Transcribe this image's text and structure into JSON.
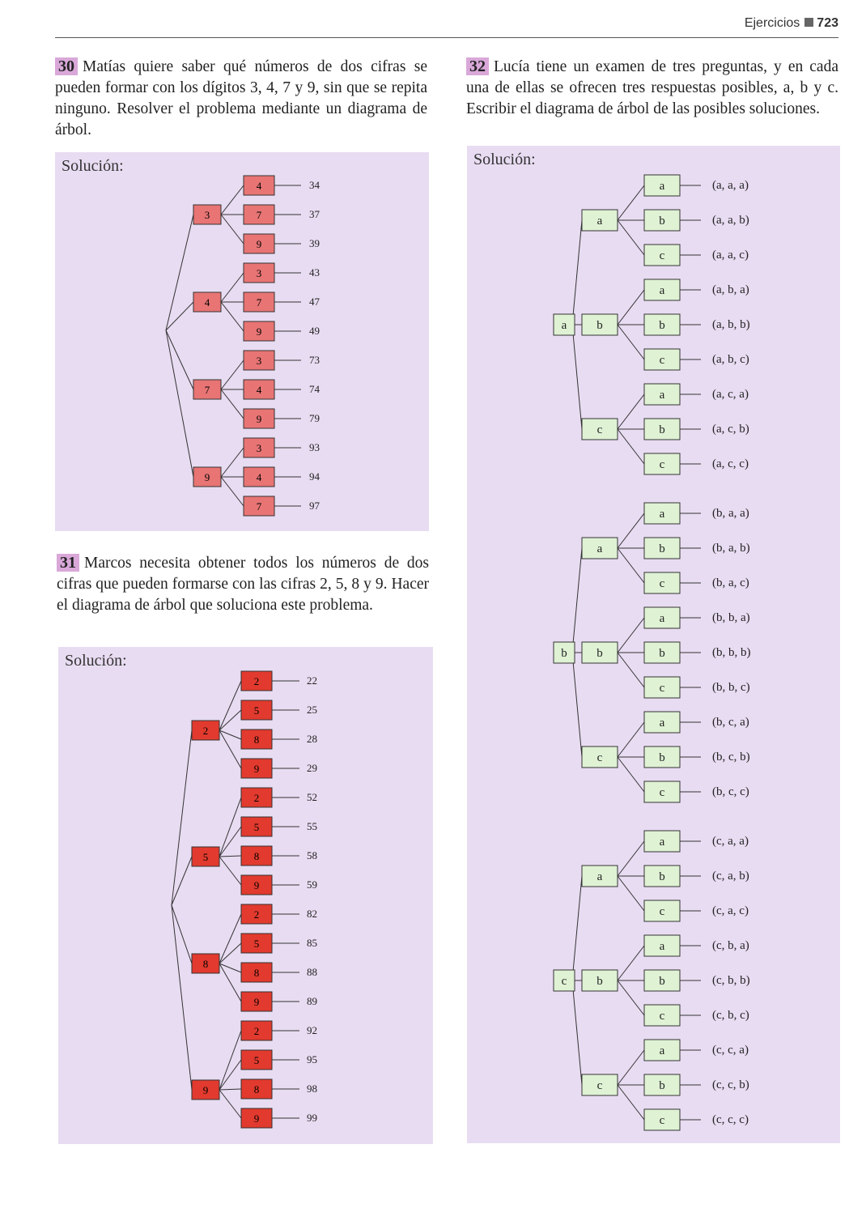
{
  "header": {
    "section": "Ejercicios",
    "page_number": "723"
  },
  "problems": [
    {
      "number": "30",
      "text": "Matías quiere saber qué números de dos cifras se pueden formar con los dígitos 3, 4, 7 y 9, sin que se repita ninguno. Resolver el problema mediante un diagrama de árbol.",
      "solution_label": "Solución:",
      "tree": [
        {
          "first": "3",
          "seconds": [
            "4",
            "7",
            "9"
          ],
          "results": [
            "34",
            "37",
            "39"
          ]
        },
        {
          "first": "4",
          "seconds": [
            "3",
            "7",
            "9"
          ],
          "results": [
            "43",
            "47",
            "49"
          ]
        },
        {
          "first": "7",
          "seconds": [
            "3",
            "4",
            "9"
          ],
          "results": [
            "73",
            "74",
            "79"
          ]
        },
        {
          "first": "9",
          "seconds": [
            "3",
            "4",
            "7"
          ],
          "results": [
            "93",
            "94",
            "97"
          ]
        }
      ]
    },
    {
      "number": "31",
      "text": "Marcos necesita obtener todos los números de dos cifras que pueden formarse con las cifras 2, 5, 8 y 9. Hacer el diagrama de árbol que soluciona este problema.",
      "solution_label": "Solución:",
      "tree": [
        {
          "first": "2",
          "seconds": [
            "2",
            "5",
            "8",
            "9"
          ],
          "results": [
            "22",
            "25",
            "28",
            "29"
          ]
        },
        {
          "first": "5",
          "seconds": [
            "2",
            "5",
            "8",
            "9"
          ],
          "results": [
            "52",
            "55",
            "58",
            "59"
          ]
        },
        {
          "first": "8",
          "seconds": [
            "2",
            "5",
            "8",
            "9"
          ],
          "results": [
            "82",
            "85",
            "88",
            "89"
          ]
        },
        {
          "first": "9",
          "seconds": [
            "2",
            "5",
            "8",
            "9"
          ],
          "results": [
            "92",
            "95",
            "98",
            "99"
          ]
        }
      ]
    },
    {
      "number": "32",
      "text": "Lucía tiene un examen de tres preguntas, y en cada una de ellas se ofrecen tres respuestas posibles, a, b y c. Escribir el diagrama de árbol de las posibles soluciones.",
      "solution_label": "Solución:",
      "tree": [
        {
          "root": "a",
          "branches": [
            {
              "mid": "a",
              "leaves": [
                "a",
                "b",
                "c"
              ],
              "results": [
                "(a, a, a)",
                "(a, a, b)",
                "(a, a, c)"
              ]
            },
            {
              "mid": "b",
              "leaves": [
                "a",
                "b",
                "c"
              ],
              "results": [
                "(a, b, a)",
                "(a, b, b)",
                "(a, b, c)"
              ]
            },
            {
              "mid": "c",
              "leaves": [
                "a",
                "b",
                "c"
              ],
              "results": [
                "(a, c, a)",
                "(a, c, b)",
                "(a, c, c)"
              ]
            }
          ]
        },
        {
          "root": "b",
          "branches": [
            {
              "mid": "a",
              "leaves": [
                "a",
                "b",
                "c"
              ],
              "results": [
                "(b, a, a)",
                "(b, a, b)",
                "(b, a, c)"
              ]
            },
            {
              "mid": "b",
              "leaves": [
                "a",
                "b",
                "c"
              ],
              "results": [
                "(b, b, a)",
                "(b, b, b)",
                "(b, b, c)"
              ]
            },
            {
              "mid": "c",
              "leaves": [
                "a",
                "b",
                "c"
              ],
              "results": [
                "(b, c, a)",
                "(b, c, b)",
                "(b, c, c)"
              ]
            }
          ]
        },
        {
          "root": "c",
          "branches": [
            {
              "mid": "a",
              "leaves": [
                "a",
                "b",
                "c"
              ],
              "results": [
                "(c, a, a)",
                "(c, a, b)",
                "(c, a, c)"
              ]
            },
            {
              "mid": "b",
              "leaves": [
                "a",
                "b",
                "c"
              ],
              "results": [
                "(c, b, a)",
                "(c, b, b)",
                "(c, b, c)"
              ]
            },
            {
              "mid": "c",
              "leaves": [
                "a",
                "b",
                "c"
              ],
              "results": [
                "(c, c, a)",
                "(c, c, b)",
                "(c, c, c)"
              ]
            }
          ]
        }
      ]
    }
  ],
  "colors": {
    "solution_bg": "#e8dcf2",
    "number_badge": "#d9a8d9",
    "red_node_light": "#e87474",
    "red_node_dark": "#e23a2e",
    "green_node": "#dff2d4"
  }
}
